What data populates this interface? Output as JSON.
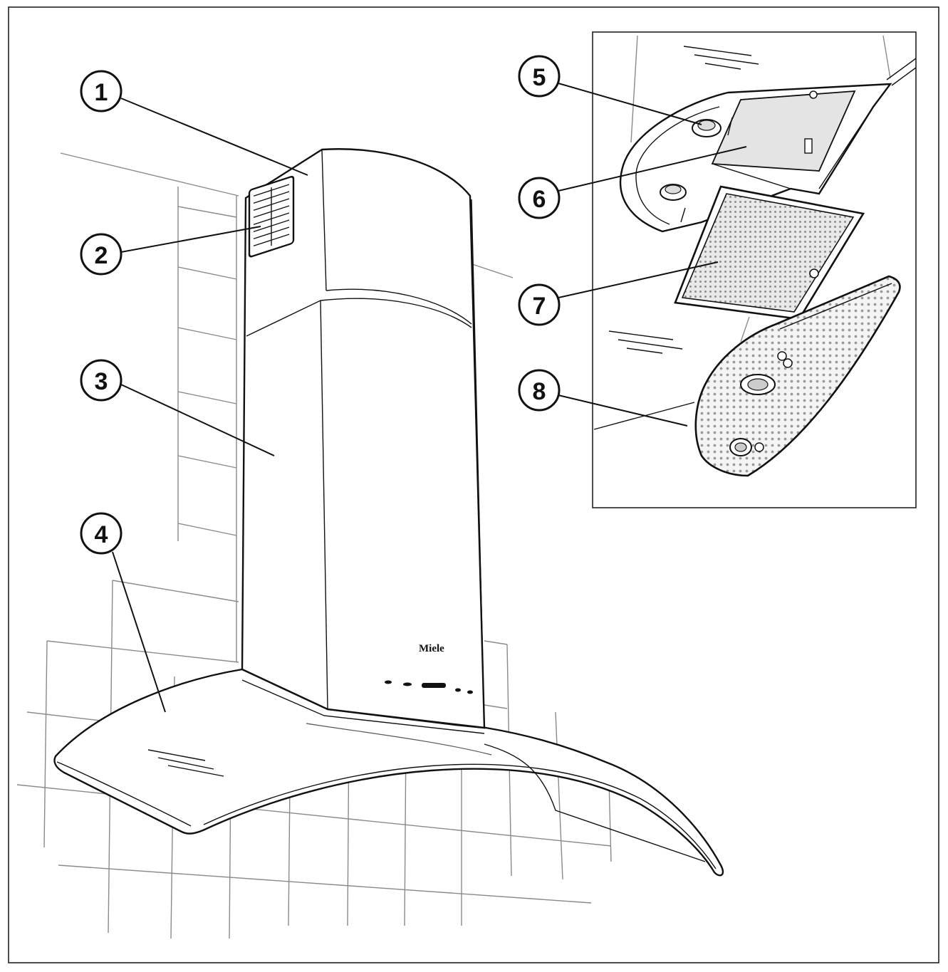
{
  "diagram": {
    "brand_text": "Miele",
    "callouts": [
      {
        "id": 1,
        "label": "1"
      },
      {
        "id": 2,
        "label": "2"
      },
      {
        "id": 3,
        "label": "3"
      },
      {
        "id": 4,
        "label": "4"
      },
      {
        "id": 5,
        "label": "5"
      },
      {
        "id": 6,
        "label": "6"
      },
      {
        "id": 7,
        "label": "7"
      },
      {
        "id": 8,
        "label": "8"
      }
    ]
  },
  "colors": {
    "line": "#111111",
    "tile": "#8a8a8a",
    "filter": "#e4e4e4",
    "background": "#ffffff"
  }
}
